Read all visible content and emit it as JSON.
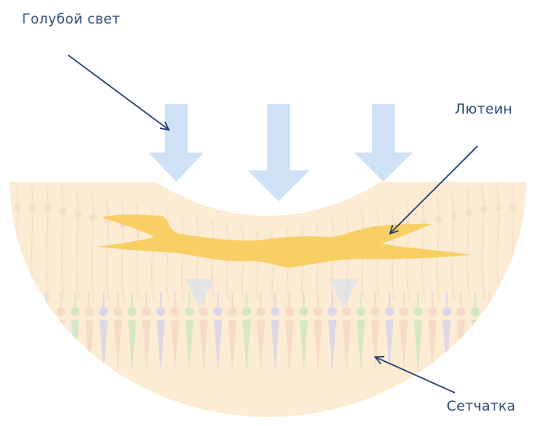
{
  "labels": {
    "blue_light": "Голубой свет",
    "lutein": "Лютеин",
    "retina": "Сетчатка"
  },
  "colors": {
    "label_text": "#2b4a78",
    "pointer_line": "#1f3a6e",
    "light_arrow": "#cfe1f4",
    "lutein_band": "#f8cf65",
    "retina_tissue": "#fbecd3",
    "cell_green": "#cfe6c4",
    "cell_violet": "#d8d4ea",
    "cell_peach": "#f4d8c4"
  },
  "icons": {
    "incoming_light": "arrow-down-icon",
    "pointer": "pointer-arrow-icon"
  }
}
